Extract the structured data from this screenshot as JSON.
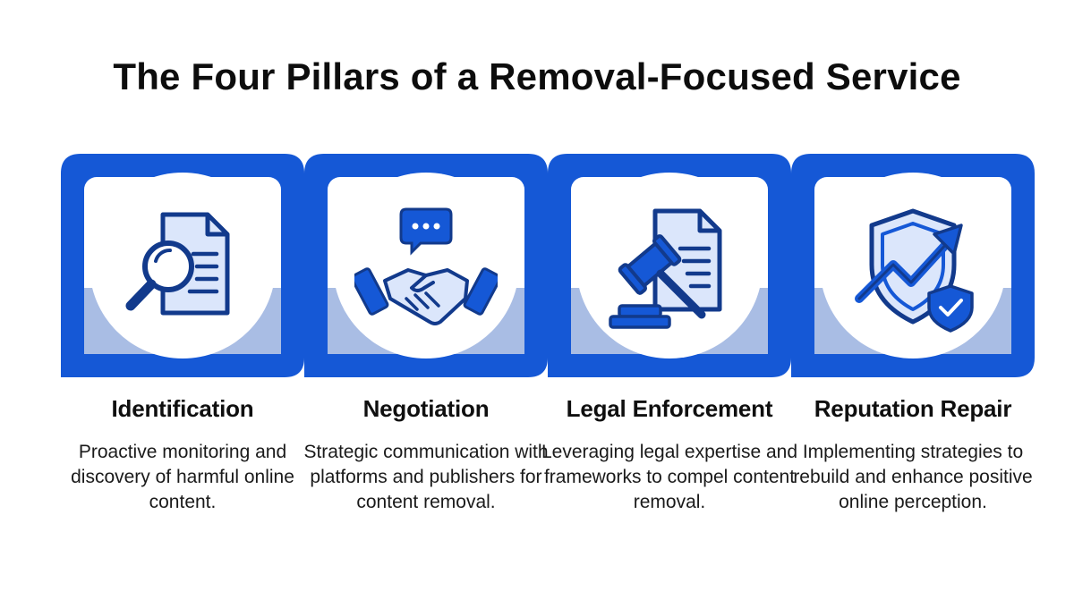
{
  "title": "The Four Pillars of a Removal-Focused Service",
  "colors": {
    "accent": "#1558d6",
    "icon_line": "#123a8c",
    "icon_fill": "#dbe6fb",
    "panel_shadow": "#a9bde4"
  },
  "pillars": [
    {
      "icon": "document-magnifier-icon",
      "title": "Identification",
      "description": "Proactive monitoring and discovery of harmful online content."
    },
    {
      "icon": "handshake-chat-icon",
      "title": "Negotiation",
      "description": "Strategic communication with platforms and publishers for content removal."
    },
    {
      "icon": "gavel-document-icon",
      "title": "Legal Enforcement",
      "description": "Leveraging legal expertise and frameworks to compel content removal."
    },
    {
      "icon": "shield-growth-icon",
      "title": "Reputation Repair",
      "description": "Implementing strategies to rebuild and enhance positive online perception."
    }
  ]
}
